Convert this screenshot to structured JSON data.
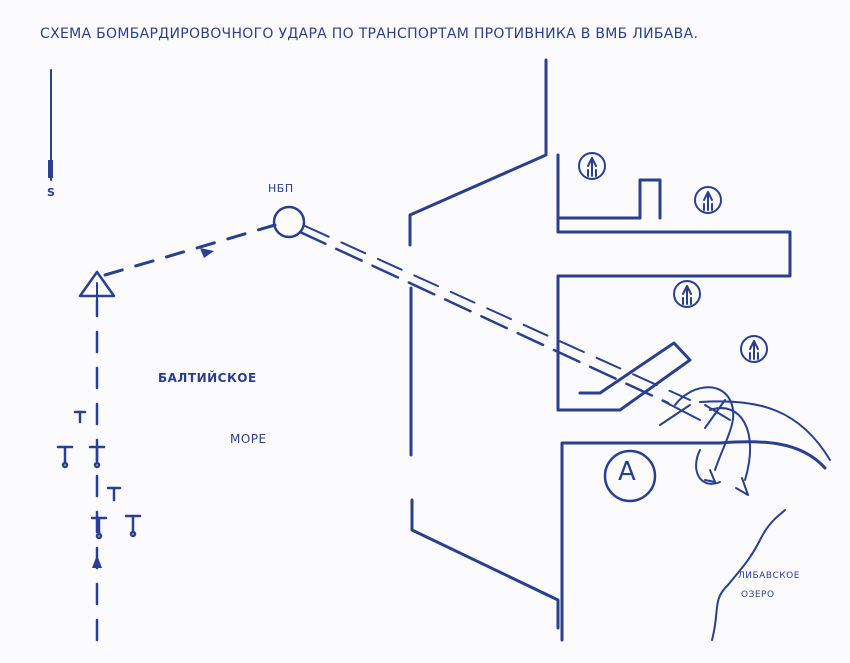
{
  "title": "СХЕМА БОМБАРДИРОВОЧНОГО УДАРА ПО ТРАНСПОРТАМ ПРОТИВНИКА В ВМБ ЛИБАВА.",
  "labels": {
    "nbp": "НБП",
    "sea_line1": "БАЛТИЙСКОЕ",
    "sea_line2": "МОРЕ",
    "lake_line1": "ЛИБАВСКОЕ",
    "lake_line2": "ОЗЕРО",
    "north": "S",
    "zone": "A"
  },
  "colors": {
    "ink": "#2a3f8f",
    "paper": "#fbfbfd"
  },
  "symbols": [
    "aircraft-icon",
    "ship-icon",
    "target-zone-marker",
    "nbp-circle",
    "start-triangle"
  ]
}
